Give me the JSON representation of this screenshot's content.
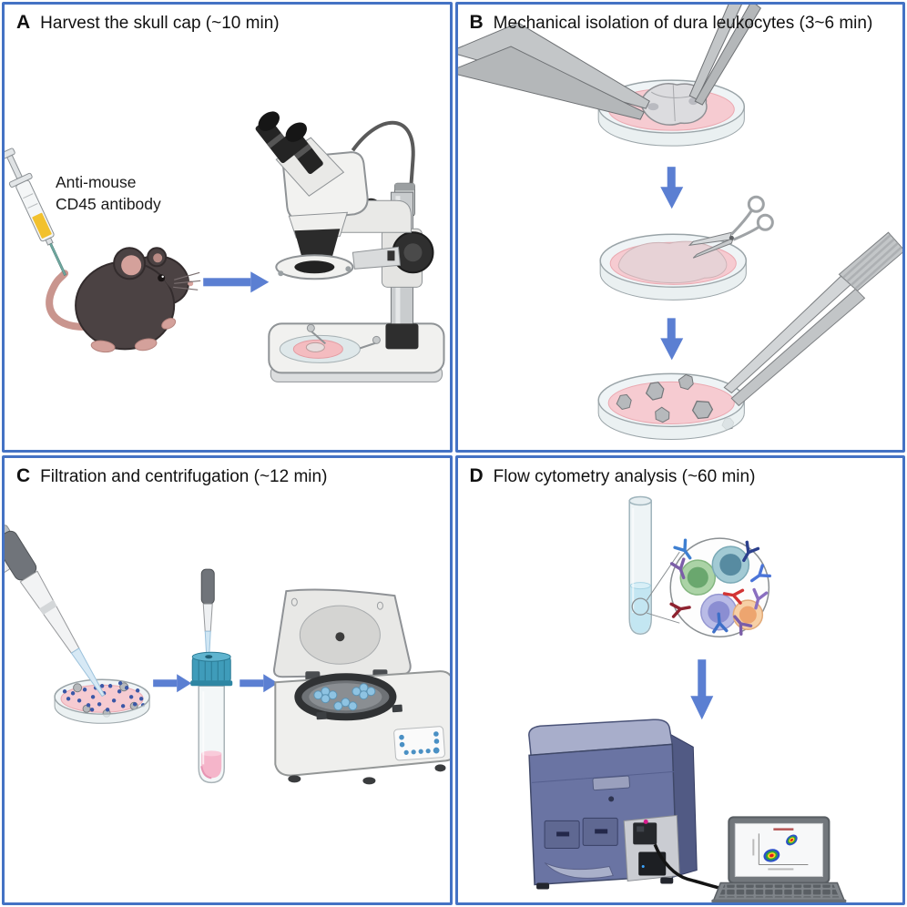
{
  "colors": {
    "panel_border": "#4472C4",
    "arrow": "#5B7FD2",
    "dish_media_pink": "#F6CBD1",
    "cytometer_navy": "#6A74A3",
    "tube_cap_teal": "#3F9CBA"
  },
  "panels": [
    {
      "letter": "A",
      "title": "Harvest the skull cap (~10 min)",
      "labels": {
        "antibody_line1": "Anti-mouse",
        "antibody_line2": "CD45 antibody"
      }
    },
    {
      "letter": "B",
      "title": "Mechanical isolation of dura leukocytes (3~6 min)"
    },
    {
      "letter": "C",
      "title": "Filtration and centrifugation (~12 min)"
    },
    {
      "letter": "D",
      "title": "Flow cytometry analysis (~60 min)"
    }
  ]
}
